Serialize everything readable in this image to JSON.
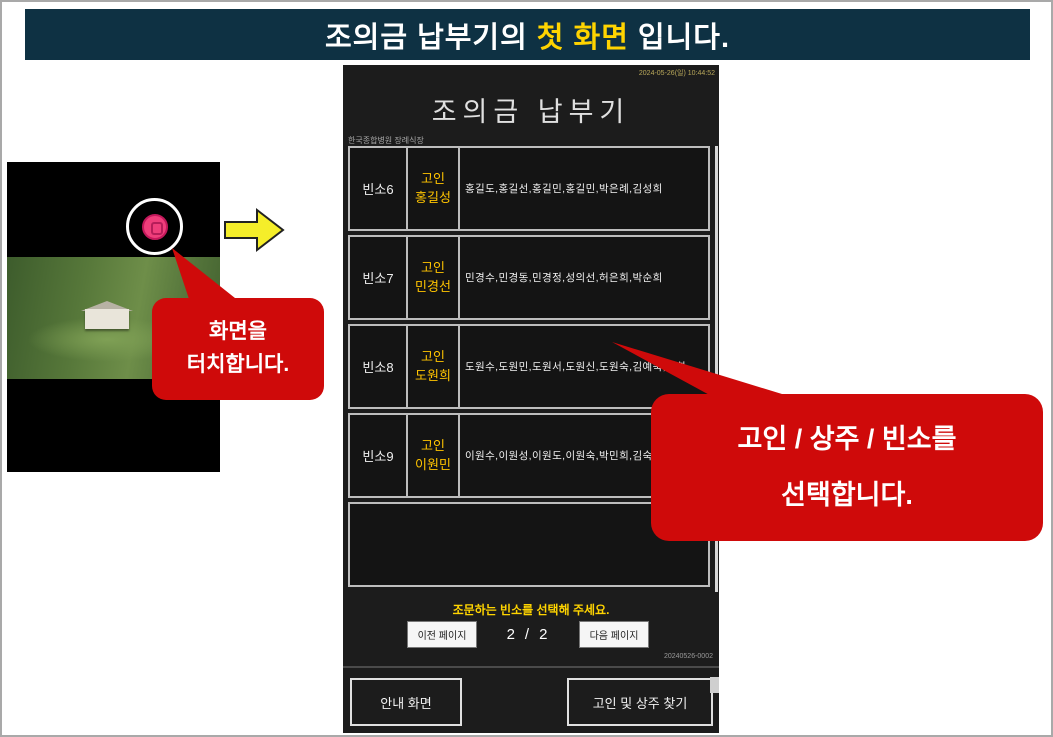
{
  "banner": {
    "prefix": "조의금 납부기의",
    "highlight": "첫 화면",
    "suffix": "입니다."
  },
  "touch_bubble": {
    "line1": "화면을",
    "line2": "터치합니다."
  },
  "select_bubble": {
    "line1": "고인 / 상주 / 빈소를",
    "line2": "선택합니다."
  },
  "kiosk": {
    "timestamp": "2024-05-26(일) 10:44:52",
    "title": "조의금 납부기",
    "subtitle": "한국종합병원 장례식장",
    "rows": [
      {
        "room": "빈소6",
        "deceased_label": "고인",
        "deceased_name": "홍길성",
        "names": "홍길도,홍길선,홍길민,홍길민,박은례,김성희"
      },
      {
        "room": "빈소7",
        "deceased_label": "고인",
        "deceased_name": "민경선",
        "names": "민경수,민경동,민경정,성의선,허은희,박순희"
      },
      {
        "room": "빈소8",
        "deceased_label": "고인",
        "deceased_name": "도원희",
        "names": "도원수,도원민,도원서,도원신,도원숙,김예숙,전희"
      },
      {
        "room": "빈소9",
        "deceased_label": "고인",
        "deceased_name": "이원민",
        "names": "이원수,이원성,이원도,이원숙,박민희,김숙희"
      },
      {
        "room": "",
        "deceased_label": "",
        "deceased_name": "",
        "names": ""
      }
    ],
    "prompt": "조문하는 빈소를 선택해 주세요.",
    "pagination": {
      "prev_label": "이전 페이지",
      "current": "2",
      "separator": "/",
      "total": "2",
      "next_label": "다음 페이지"
    },
    "doc_number": "20240526-0002",
    "footer": {
      "guide_label": "안내 화면",
      "search_label": "고인 및 상주 찾기"
    }
  },
  "colors": {
    "banner_bg": "#0e3143",
    "highlight_yellow": "#ffd400",
    "bubble_red": "#cf0a0a",
    "deceased_text": "#ffc400",
    "kiosk_bg": "#1c1c1c"
  }
}
